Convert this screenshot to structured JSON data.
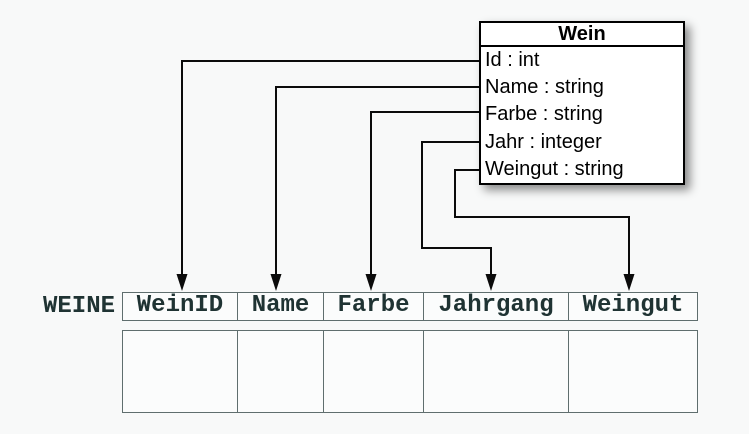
{
  "class_box": {
    "title": "Wein",
    "attributes": [
      "Id : int",
      "Name : string",
      "Farbe : string",
      "Jahr : integer",
      "Weingut : string"
    ]
  },
  "table": {
    "label": "WEINE",
    "columns": [
      "WeinID",
      "Name",
      "Farbe",
      "Jahrgang",
      "Weingut"
    ],
    "body_rows": 1
  },
  "mappings": [
    {
      "from_attribute": "Id",
      "to_column": "WeinID"
    },
    {
      "from_attribute": "Name",
      "to_column": "Name"
    },
    {
      "from_attribute": "Farbe",
      "to_column": "Farbe"
    },
    {
      "from_attribute": "Jahr",
      "to_column": "Jahrgang"
    },
    {
      "from_attribute": "Weingut",
      "to_column": "Weingut"
    }
  ],
  "colors": {
    "background": "#f8f9f9",
    "box_background": "#ffffff",
    "box_border": "#000000",
    "connector": "#0b0b0b",
    "table_border": "#5f6e6e",
    "table_text": "#1f3333",
    "cell_background": "#fbfcfc"
  }
}
